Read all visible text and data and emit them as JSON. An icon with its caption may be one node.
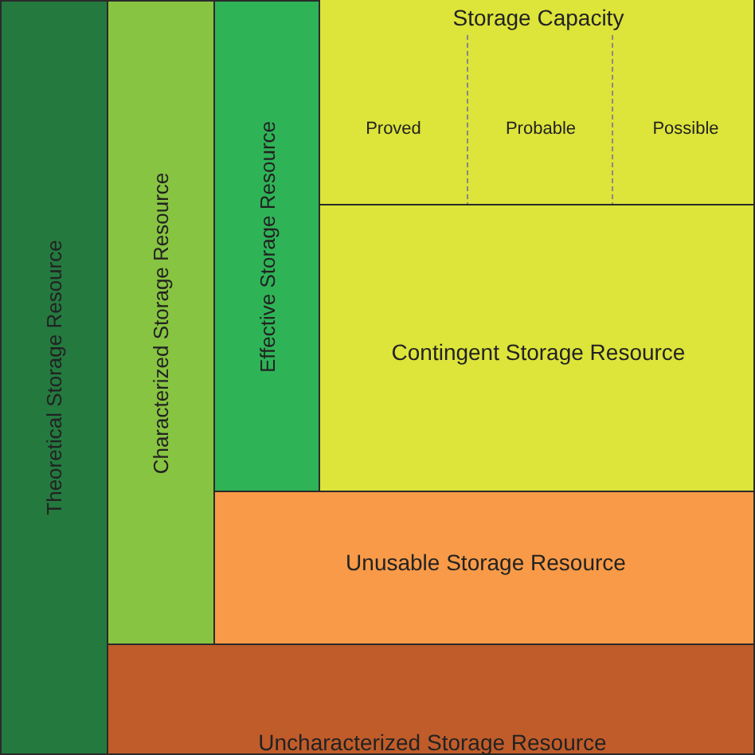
{
  "diagram": {
    "nodes": [
      {
        "text": [
          "Theoretical Storage Resource"
        ]
      },
      {
        "text": [
          "Characterized Storage Resource"
        ]
      },
      {
        "text": [
          "Effective Storage Resource"
        ]
      },
      {
        "text": [
          "Storage Capacity"
        ]
      },
      {
        "text": [
          "Proved"
        ],
        "in": 3
      },
      {
        "text": [
          "Probable"
        ],
        "in": 3
      },
      {
        "text": [
          "Possible"
        ],
        "in": 3
      },
      {
        "text": [
          "Contingent Storage Resource"
        ]
      },
      {
        "text": [
          "Unusable Storage Resource"
        ]
      },
      {
        "text": [
          "Uncharacterized Storage Resource"
        ]
      }
    ]
  }
}
